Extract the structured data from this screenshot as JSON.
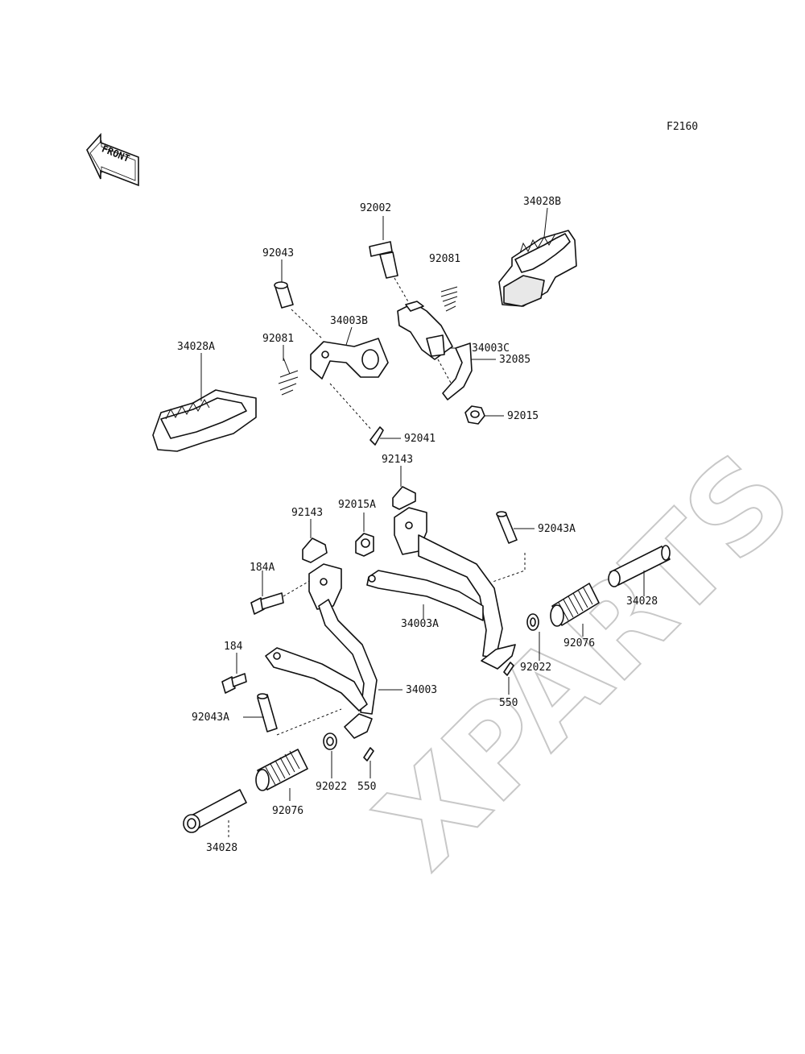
{
  "figure_code": "F2160",
  "front_label": "FRONT",
  "watermark": "XPARTS",
  "parts": {
    "p92002": "92002",
    "p34028B": "34028B",
    "p92043": "92043",
    "p92081_top": "92081",
    "p34003B": "34003B",
    "p34003C": "34003C",
    "p92081_left": "92081",
    "p34028A": "34028A",
    "p32085": "32085",
    "p92015": "92015",
    "p92041": "92041",
    "p92143_top": "92143",
    "p92015A": "92015A",
    "p92143_left": "92143",
    "p92043A_right": "92043A",
    "p184A": "184A",
    "p34028_right": "34028",
    "p34003A": "34003A",
    "p92076_right": "92076",
    "p184": "184",
    "p92022_right": "92022",
    "p34003": "34003",
    "p550_right": "550",
    "p92043A_left": "92043A",
    "p92022_left": "92022",
    "p550_left": "550",
    "p92076_left": "92076",
    "p34028_left": "34028"
  }
}
